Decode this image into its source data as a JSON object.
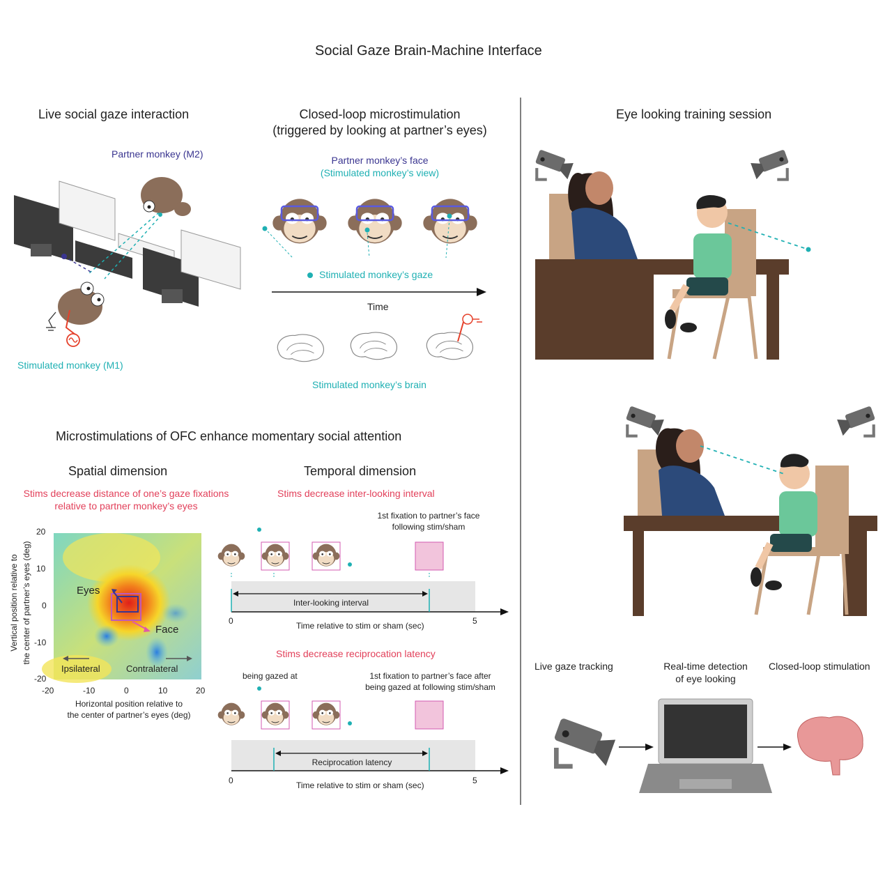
{
  "main_title": "Social Gaze Brain-Machine Interface",
  "panel_live": {
    "heading": "Live social gaze interaction",
    "partner_label": "Partner monkey (M2)",
    "stimulated_label": "Stimulated monkey (M1)"
  },
  "panel_closed_loop": {
    "heading_line1": "Closed-loop microstimulation",
    "heading_line2": "(triggered by looking at partner’s eyes)",
    "face_label_line1": "Partner monkey’s face",
    "face_label_line2": "(Stimulated monkey’s view)",
    "gaze_legend": "Stimulated monkey’s gaze",
    "time_label": "Time",
    "brain_label": "Stimulated monkey’s brain"
  },
  "panel_ofc": {
    "heading": "Microstimulations of OFC enhance momentary social attention",
    "spatial": {
      "heading": "Spatial dimension",
      "finding_line1": "Stims decrease distance of one’s gaze fixations",
      "finding_line2": "relative to partner monkey’s eyes",
      "ylabel_line1": "Vertical position relative to",
      "ylabel_line2": "the center of partner’s eyes (deg)",
      "xlabel_line1": "Horizontal position relative to",
      "xlabel_line2": "the center of partner’s eyes (deg)",
      "x_ticks": [
        "-20",
        "-10",
        "0",
        "10",
        "20"
      ],
      "y_ticks": [
        "20",
        "10",
        "0",
        "-10",
        "-20"
      ],
      "eyes_label": "Eyes",
      "face_label": "Face",
      "ipsilateral": "Ipsilateral",
      "contralateral": "Contralateral"
    },
    "temporal": {
      "heading": "Temporal dimension",
      "finding1": "Stims decrease inter-looking interval",
      "annotation1_line1": "1st fixation to partner’s face",
      "annotation1_line2": "following stim/sham",
      "interval1_label": "Inter-looking interval",
      "axis_start": "0",
      "axis_end": "5",
      "axis_label": "Time relative to stim or sham (sec)",
      "finding2": "Stims decrease reciprocation latency",
      "being_gazed": "being gazed at",
      "annotation2_line1": "1st fixation to partner’s face after",
      "annotation2_line2": "being gazed at following stim/sham",
      "interval2_label": "Reciprocation latency"
    }
  },
  "panel_training": {
    "heading": "Eye looking training session",
    "step1": "Live gaze tracking",
    "step2_line1": "Real-time detection",
    "step2_line2": "of eye looking",
    "step3": "Closed-loop stimulation"
  },
  "colors": {
    "teal": "#1fb0b3",
    "navy": "#3a3590",
    "red": "#e2405a",
    "desk": "#5a3d2b",
    "chair": "#c8a484",
    "woman_top": "#2c4a7a",
    "boy_shirt": "#6bc79a"
  }
}
